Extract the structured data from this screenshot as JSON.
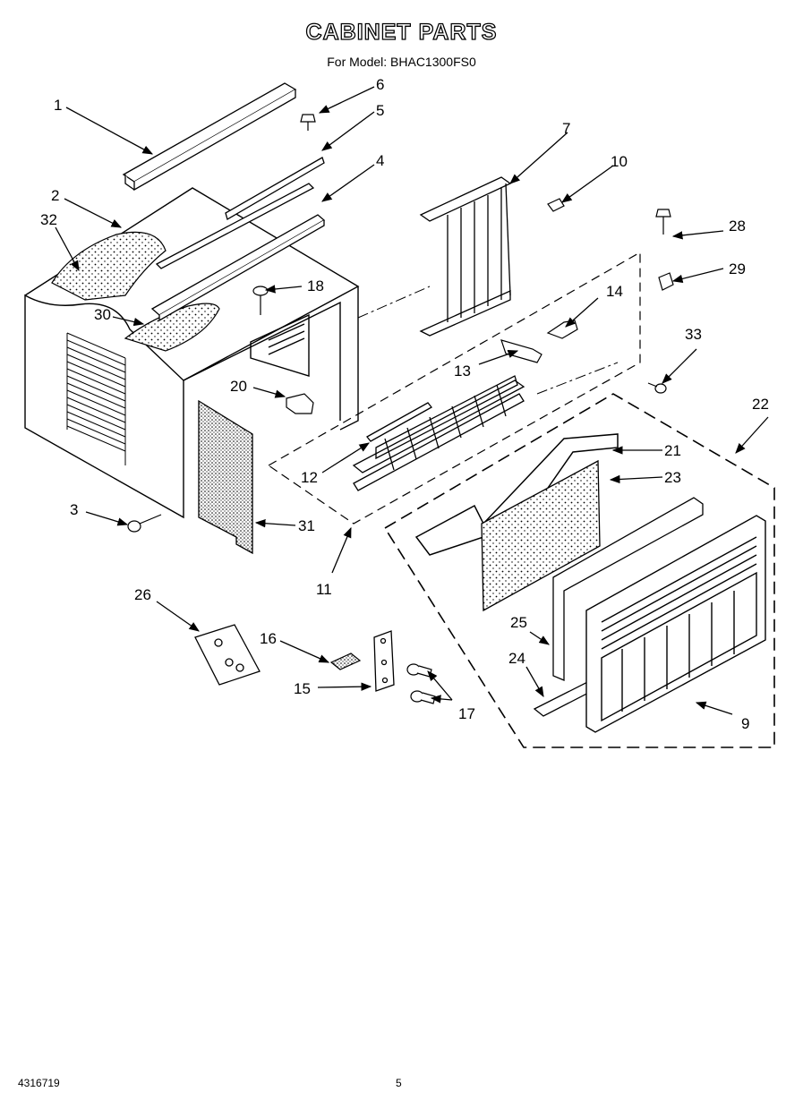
{
  "header": {
    "title": "CABINET PARTS",
    "model_line": "For Model: BHAC1300FS0"
  },
  "parts": {
    "p1": "1",
    "p2": "2",
    "p3": "3",
    "p4": "4",
    "p5": "5",
    "p6": "6",
    "p7": "7",
    "p9": "9",
    "p10": "10",
    "p11": "11",
    "p12": "12",
    "p13": "13",
    "p14": "14",
    "p15": "15",
    "p16": "16",
    "p17": "17",
    "p18": "18",
    "p20": "20",
    "p21": "21",
    "p22": "22",
    "p23": "23",
    "p24": "24",
    "p25": "25",
    "p26": "26",
    "p28": "28",
    "p29": "29",
    "p30": "30",
    "p31": "31",
    "p32": "32",
    "p33": "33"
  },
  "footer": {
    "doc_number": "4316719",
    "page_number": "5"
  }
}
